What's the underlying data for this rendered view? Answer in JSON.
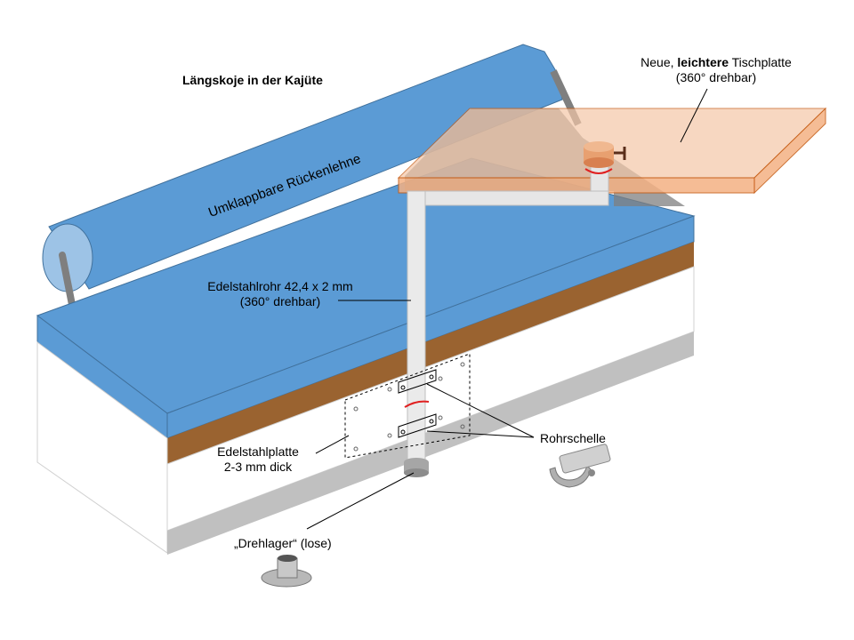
{
  "title": "Längskoje in der Kajüte",
  "labels": {
    "backrest": "Umklappbare Rückenlehne",
    "tabletop_prefix": "Neue, ",
    "tabletop_bold": "leichtere",
    "tabletop_suffix": " Tischplatte",
    "tabletop_rotation": "(360° drehbar)",
    "pipe": "Edelstahlrohr 42,4 x 2 mm",
    "pipe_rotation": "(360° drehbar)",
    "plate": "Edelstahlplatte",
    "plate_thickness": "2-3 mm dick",
    "clamp": "Rohrschelle",
    "bearing": "„Drehlager“ (lose)"
  },
  "colors": {
    "cushion": "#5b9bd5",
    "wood": "#9a6330",
    "tabletop": "#f4c7a8",
    "tabletop_edge": "#c55a11",
    "rotation_arrow": "#e02020"
  }
}
